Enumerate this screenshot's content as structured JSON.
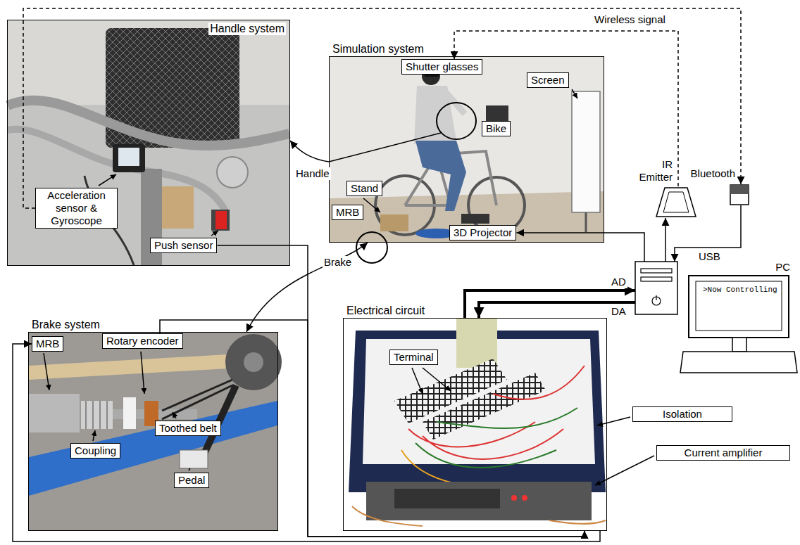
{
  "diagram": {
    "nodes": [
      {
        "text": [
          "Handle system"
        ]
      },
      {
        "text": [
          "Acceleration sensor & Gyroscope"
        ],
        "in": 0
      },
      {
        "text": [
          "Push sensor"
        ],
        "in": 0
      },
      {
        "text": [
          "Simulation system"
        ]
      },
      {
        "text": [
          "Shutter glasses"
        ],
        "in": 3
      },
      {
        "text": [
          "Screen"
        ],
        "in": 3
      },
      {
        "text": [
          "Bike"
        ],
        "in": 3
      },
      {
        "text": [
          "Stand"
        ],
        "in": 3
      },
      {
        "text": [
          "MRB"
        ],
        "in": 3
      },
      {
        "text": [
          "3D Projector"
        ],
        "in": 3
      },
      {
        "text": [
          "IR Emitter"
        ]
      },
      {
        "text": [
          "Bluetooth"
        ]
      },
      {
        "text": [
          "PC",
          ">Now Controlling"
        ]
      },
      {
        "text": [
          "Brake system"
        ]
      },
      {
        "text": [
          "MRB"
        ],
        "in": 13
      },
      {
        "text": [
          "Rotary encoder"
        ],
        "in": 13
      },
      {
        "text": [
          "Coupling"
        ],
        "in": 13
      },
      {
        "text": [
          "Toothed belt"
        ],
        "in": 13
      },
      {
        "text": [
          "Pedal"
        ],
        "in": 13
      },
      {
        "text": [
          "Electrical circuit"
        ]
      },
      {
        "text": [
          "Terminal"
        ],
        "in": 19
      },
      {
        "text": [
          "Isolation"
        ]
      },
      {
        "text": [
          "Current amplifier"
        ]
      }
    ],
    "edges": [
      {
        "from": 1,
        "to": 11,
        "arrow": "to"
      },
      {
        "from": 10,
        "to": 4,
        "arrow": "to"
      },
      {
        "from": 11,
        "to": 12,
        "label": "USB",
        "arrow": "to"
      },
      {
        "from": 12,
        "to": 10,
        "arrow": "to"
      },
      {
        "from": 12,
        "to": 9,
        "arrow": "to"
      },
      {
        "from": 19,
        "to": 12,
        "label": "AD",
        "arrow": "to"
      },
      {
        "from": 12,
        "to": 19,
        "label": "DA",
        "arrow": "to"
      },
      {
        "from": 3,
        "to": 0,
        "label": "Handle",
        "arrow": "to"
      },
      {
        "from": 3,
        "to": 13,
        "label": "Brake",
        "arrow": "both"
      },
      {
        "from": 2,
        "to": 19,
        "arrow": "to"
      },
      {
        "from": 15,
        "to": 19,
        "arrow": "to"
      },
      {
        "from": 19,
        "to": 14,
        "arrow": "to"
      }
    ],
    "labels": [
      "Wireless signal"
    ]
  }
}
